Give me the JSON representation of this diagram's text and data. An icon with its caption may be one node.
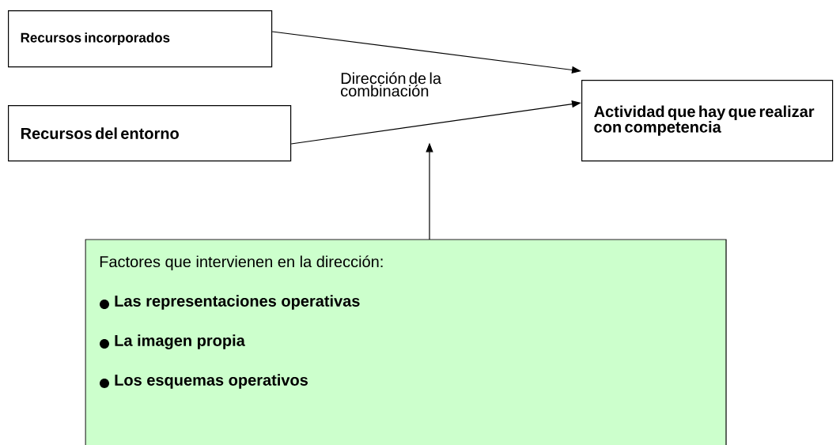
{
  "diagram": {
    "nodes": [
      {
        "text": [
          "Recursos incorporados"
        ]
      },
      {
        "text": [
          "Recursos del entorno"
        ]
      },
      {
        "text": [
          "Actividad que hay que realizar con competencia"
        ]
      },
      {
        "text": [
          "Factores que intervienen en la dirección:",
          "Las representaciones operativas",
          "La imagen propia",
          "Los esquemas operativos"
        ]
      },
      {
        "text": [
          "Dirección de la combinación"
        ]
      }
    ],
    "edges": [
      {
        "from": 0,
        "to": 2,
        "arrow": "to"
      },
      {
        "from": 1,
        "to": 2,
        "arrow": "to"
      },
      {
        "from": 3,
        "to": 4,
        "arrow": "to"
      }
    ]
  }
}
